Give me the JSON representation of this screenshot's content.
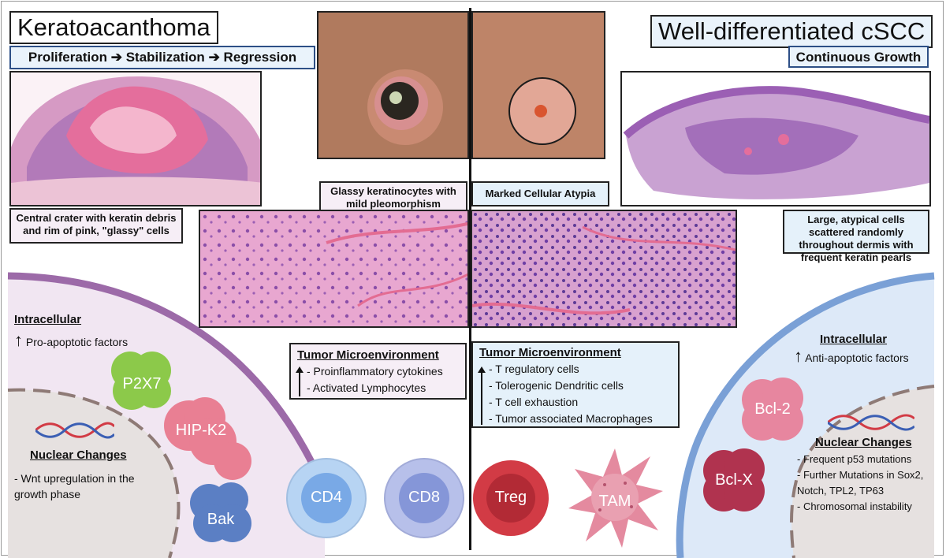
{
  "left": {
    "title": "Keratoacanthoma",
    "phases": [
      "Proliferation",
      "Stabilization",
      "Regression"
    ],
    "phase_arrow": "➔",
    "histology_caption": "Central crater with keratin debris and rim of pink, \"glassy\" cells",
    "micro_caption": "Glassy keratinocytes with mild pleomorphism",
    "intracellular": {
      "title": "Intracellular",
      "arrow": "↑",
      "text": "Pro-apoptotic factors"
    },
    "proteins": [
      "P2X7",
      "HIP-K2",
      "Bak"
    ],
    "nuclear": {
      "title": "Nuclear Changes",
      "items": [
        "- Wnt upregulation in the growth phase"
      ]
    },
    "tme": {
      "title": "Tumor Microenvironment",
      "items": [
        "- Proinflammatory cytokines",
        "- Activated Lymphocytes"
      ]
    },
    "immune_cells": [
      "CD4",
      "CD8"
    ]
  },
  "right": {
    "title": "Well-differentiated cSCC",
    "phase": "Continuous Growth",
    "micro_caption": "Marked Cellular Atypia",
    "histology_caption": "Large, atypical cells scattered randomly throughout dermis with frequent keratin pearls",
    "intracellular": {
      "title": "Intracellular",
      "arrow": "↑",
      "text": "Anti-apoptotic factors"
    },
    "proteins": [
      "Bcl-2",
      "Bcl-X"
    ],
    "nuclear": {
      "title": "Nuclear Changes",
      "items": [
        "- Frequent p53 mutations",
        "- Further Mutations in Sox2, Notch, TPL2, TP63",
        "- Chromosomal instability"
      ]
    },
    "tme": {
      "title": "Tumor Microenvironment",
      "items": [
        "- T regulatory cells",
        "- Tolerogenic Dendritic cells",
        "- T cell exhaustion",
        "- Tumor associated Macrophages"
      ]
    },
    "immune_cells": [
      "Treg",
      "TAM"
    ]
  },
  "colors": {
    "left_cell_membrane": "#9c6aa8",
    "left_cytoplasm": "#f1e6f2",
    "right_cell_membrane": "#7aa0d6",
    "right_cytoplasm": "#dde9f8",
    "nucleus": "#e6e1e0",
    "he_pink": "#e46e9c",
    "he_purple": "#9b5fb4",
    "p2x7": "#8cc94a",
    "hipk2": "#e97f93",
    "bak": "#5b7fc4",
    "cd4": "#79a9e6",
    "cd8": "#8596d8",
    "treg": "#d23b45",
    "tam": "#e48a9f",
    "bcl2": "#e7869f",
    "bclx": "#b0334f"
  }
}
